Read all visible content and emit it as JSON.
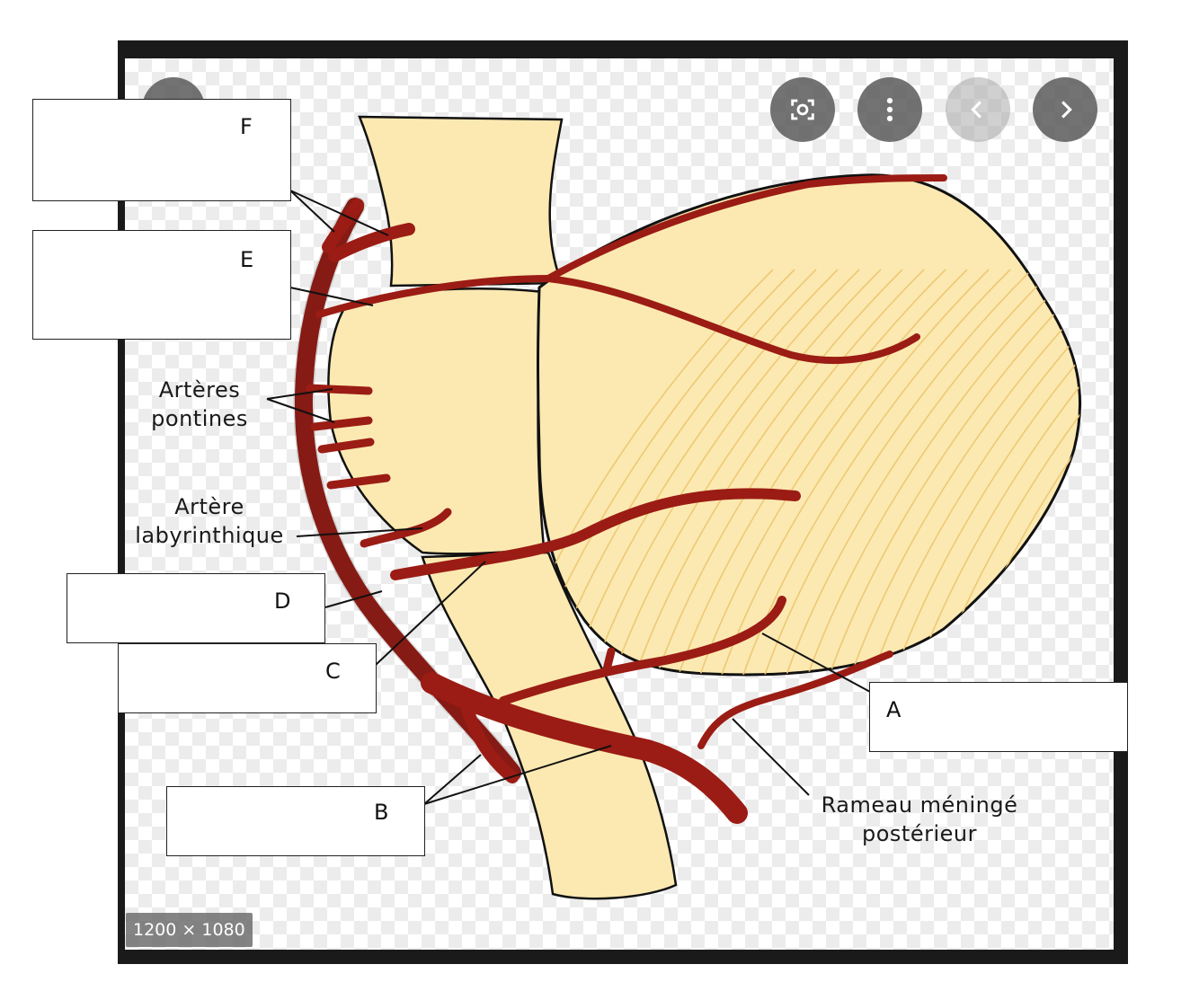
{
  "viewer": {
    "dimensions_label": "1200 × 1080",
    "controls": [
      {
        "name": "lens-search-button",
        "icon": "lens-icon"
      },
      {
        "name": "more-options-button",
        "icon": "more-vertical-icon"
      },
      {
        "name": "previous-button",
        "icon": "chevron-left-icon"
      },
      {
        "name": "next-button",
        "icon": "chevron-right-icon"
      }
    ]
  },
  "diagram": {
    "boxes": {
      "F": "F",
      "E": "E",
      "D": "D",
      "C": "C",
      "B": "B",
      "A": "A"
    },
    "labels": {
      "arteres_line1": "Artères",
      "arteres_line2": "pontines",
      "labyr_line1": "Artère",
      "labyr_line2": "labyrinthique",
      "rameau_line1": "Rameau méningé",
      "rameau_line2": "postérieur"
    },
    "colors": {
      "artery": "#9b1c14",
      "tissue": "#fbe9b1",
      "outline": "#111111"
    }
  }
}
